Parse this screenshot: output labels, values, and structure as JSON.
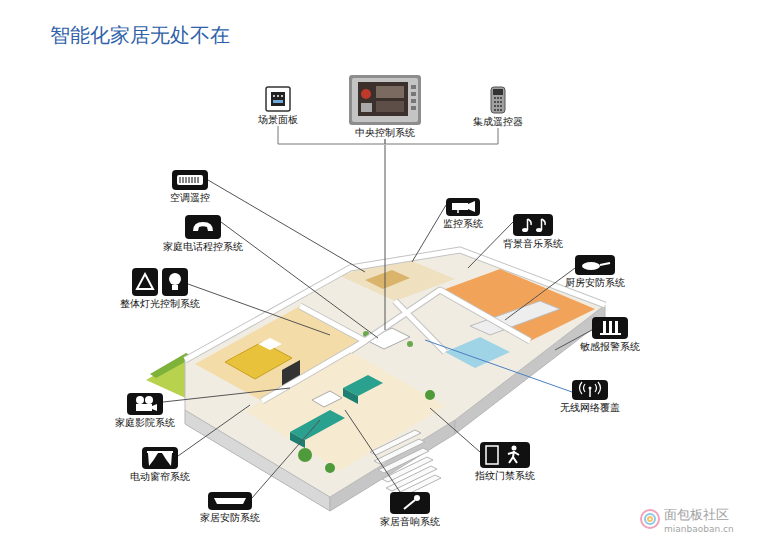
{
  "diagram": {
    "title": "智能化家居无处不在",
    "nodes": [
      {
        "text": [
          "场景面板"
        ]
      },
      {
        "text": [
          "中央控制系统"
        ]
      },
      {
        "text": [
          "集成遥控器"
        ]
      },
      {
        "text": [
          "空调遥控"
        ]
      },
      {
        "text": [
          "家庭电话程控系统"
        ]
      },
      {
        "text": [
          "监控系统"
        ]
      },
      {
        "text": [
          "背景音乐系统"
        ]
      },
      {
        "text": [
          "厨房安防系统"
        ]
      },
      {
        "text": [
          "整体灯光控制系统"
        ]
      },
      {
        "text": [
          "敏感报警系统"
        ]
      },
      {
        "text": [
          "无线网络覆盖"
        ]
      },
      {
        "text": [
          "家庭影院系统"
        ]
      },
      {
        "text": [
          "指纹门禁系统"
        ]
      },
      {
        "text": [
          "电动窗帘系统"
        ]
      },
      {
        "text": [
          "家居安防系统"
        ]
      },
      {
        "text": [
          "家居音响系统"
        ]
      }
    ],
    "edges": [
      {
        "from": 0,
        "to": 1,
        "arrow": "none"
      },
      {
        "from": 2,
        "to": 1,
        "arrow": "none"
      }
    ],
    "labels": [
      "面包板社区",
      "mianbaoban.cn"
    ]
  }
}
